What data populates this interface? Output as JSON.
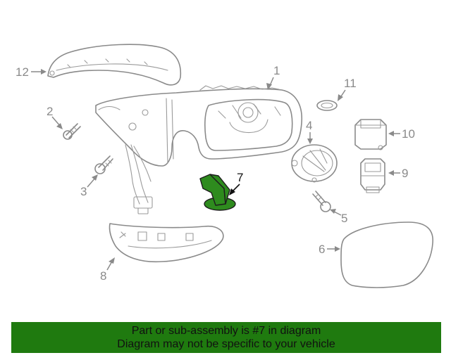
{
  "diagram": {
    "callouts": {
      "c1": "1",
      "c2": "2",
      "c3": "3",
      "c4": "4",
      "c5": "5",
      "c6": "6",
      "c7": "7",
      "c8": "8",
      "c9": "9",
      "c10": "10",
      "c11": "11",
      "c12": "12"
    },
    "highlight_color": "#2e8b1e"
  },
  "banner": {
    "line1": "Part or sub-assembly is #7 in diagram",
    "line2": "Diagram may not be specific to your vehicle",
    "background": "#1f7a0f"
  }
}
